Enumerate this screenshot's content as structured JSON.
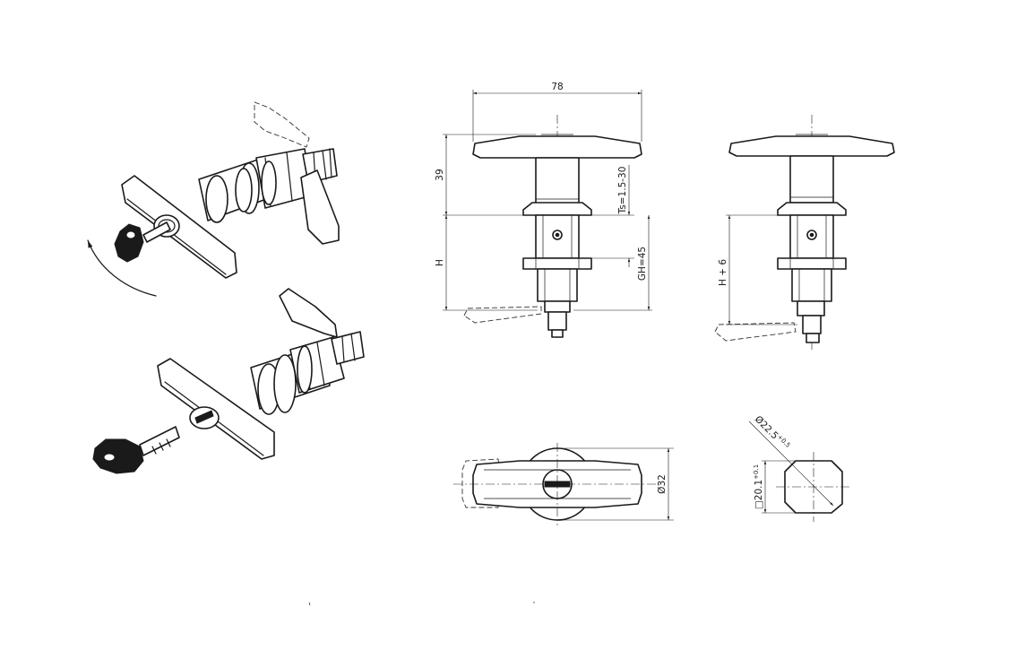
{
  "drawing": {
    "dimensions": {
      "width": "78",
      "height_top": "39",
      "h": "H",
      "ts": "Ts=1.5-30",
      "gh": "GH=45",
      "h_plus": "H + 6",
      "dia32": "Ø32",
      "dia_cut": "Ø22.5",
      "dia_cut_tol": "+0.5",
      "square_cut": "□20.1",
      "square_cut_tol": "+0.1"
    }
  }
}
